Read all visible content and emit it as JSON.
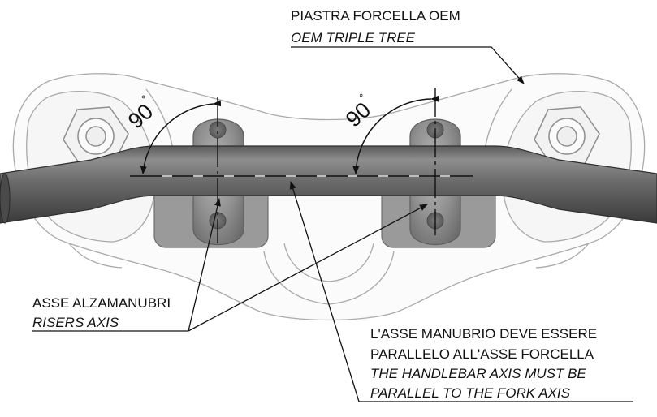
{
  "labels": {
    "triple_tree_it": "PIASTRA FORCELLA OEM",
    "triple_tree_en": "OEM TRIPLE TREE",
    "risers_axis_it": "ASSE ALZAMANUBRI",
    "risers_axis_en": "RISERS AXIS",
    "note_it_1": "L'ASSE MANUBRIO DEVE ESSERE",
    "note_it_2": "PARALLELO ALL'ASSE FORCELLA",
    "note_en_1": "THE HANDLEBAR AXIS MUST BE",
    "note_en_2": "PARALLEL TO THE FORK AXIS"
  },
  "angles": {
    "left": "90",
    "right": "90",
    "degree_symbol": "°"
  }
}
